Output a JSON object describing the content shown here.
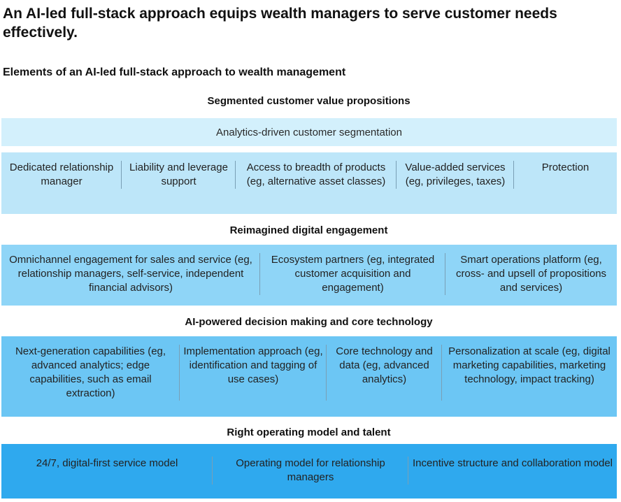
{
  "title": "An AI-led full-stack approach equips wealth managers to serve customer needs effectively.",
  "subtitle": "Elements of an AI-led full-stack approach to wealth management",
  "segmented": {
    "heading": "Segmented customer value propositions",
    "banner": "Analytics-driven customer segmentation",
    "items": [
      "Dedicated relationship manager",
      "Liability and leverage support",
      "Access to breadth of products (eg, alternative asset classes)",
      "Value-added services (eg, privileges, taxes)",
      "Protection"
    ]
  },
  "digital": {
    "heading": "Reimagined digital engagement",
    "items": [
      "Omnichannel engagement for sales and service (eg, relationship managers, self-service, independent financial advisors)",
      "Ecosystem partners (eg, integrated customer acquisition and engagement)",
      "Smart operations platform (eg, cross- and upsell of propositions and services)"
    ]
  },
  "ai": {
    "heading": "AI-powered decision making and core technology",
    "items": [
      "Next-generation capabilities (eg, advanced analytics; edge capabilities, such as email extraction)",
      "Implementation approach (eg, identification and tagging of use cases)",
      "Core technology and data (eg, advanced analytics)",
      "Personalization at scale (eg, digital marketing capabilities, marketing technology, impact tracking)"
    ]
  },
  "operating": {
    "heading": "Right operating model and talent",
    "items": [
      "24/7, digital-first service model",
      "Operating model for relationship managers",
      "Incentive structure and collaboration model"
    ]
  },
  "colors": {
    "band_1": "#d3f0fc",
    "band_2": "#bde6f9",
    "band_3": "#8fd5f7",
    "band_4": "#6cc6f4",
    "band_5": "#2fa9ee"
  }
}
